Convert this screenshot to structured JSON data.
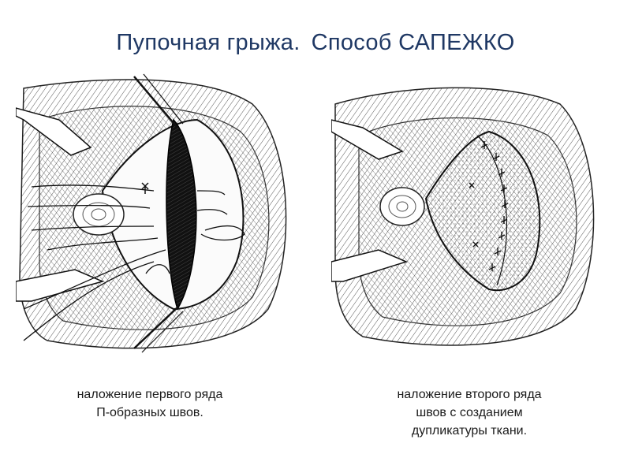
{
  "title": {
    "part1": "Пупочная грыжа.",
    "part2": "Способ САПЕЖКО"
  },
  "figures": [
    {
      "caption_line1": "наложение первого ряда",
      "caption_line2": "П-образных швов."
    },
    {
      "caption_line1": "наложение второго ряда",
      "caption_line2": "швов с созданием",
      "caption_line3": "дупликатуры ткани."
    }
  ],
  "colors": {
    "title": "#1f3864",
    "ink": "#111111"
  }
}
